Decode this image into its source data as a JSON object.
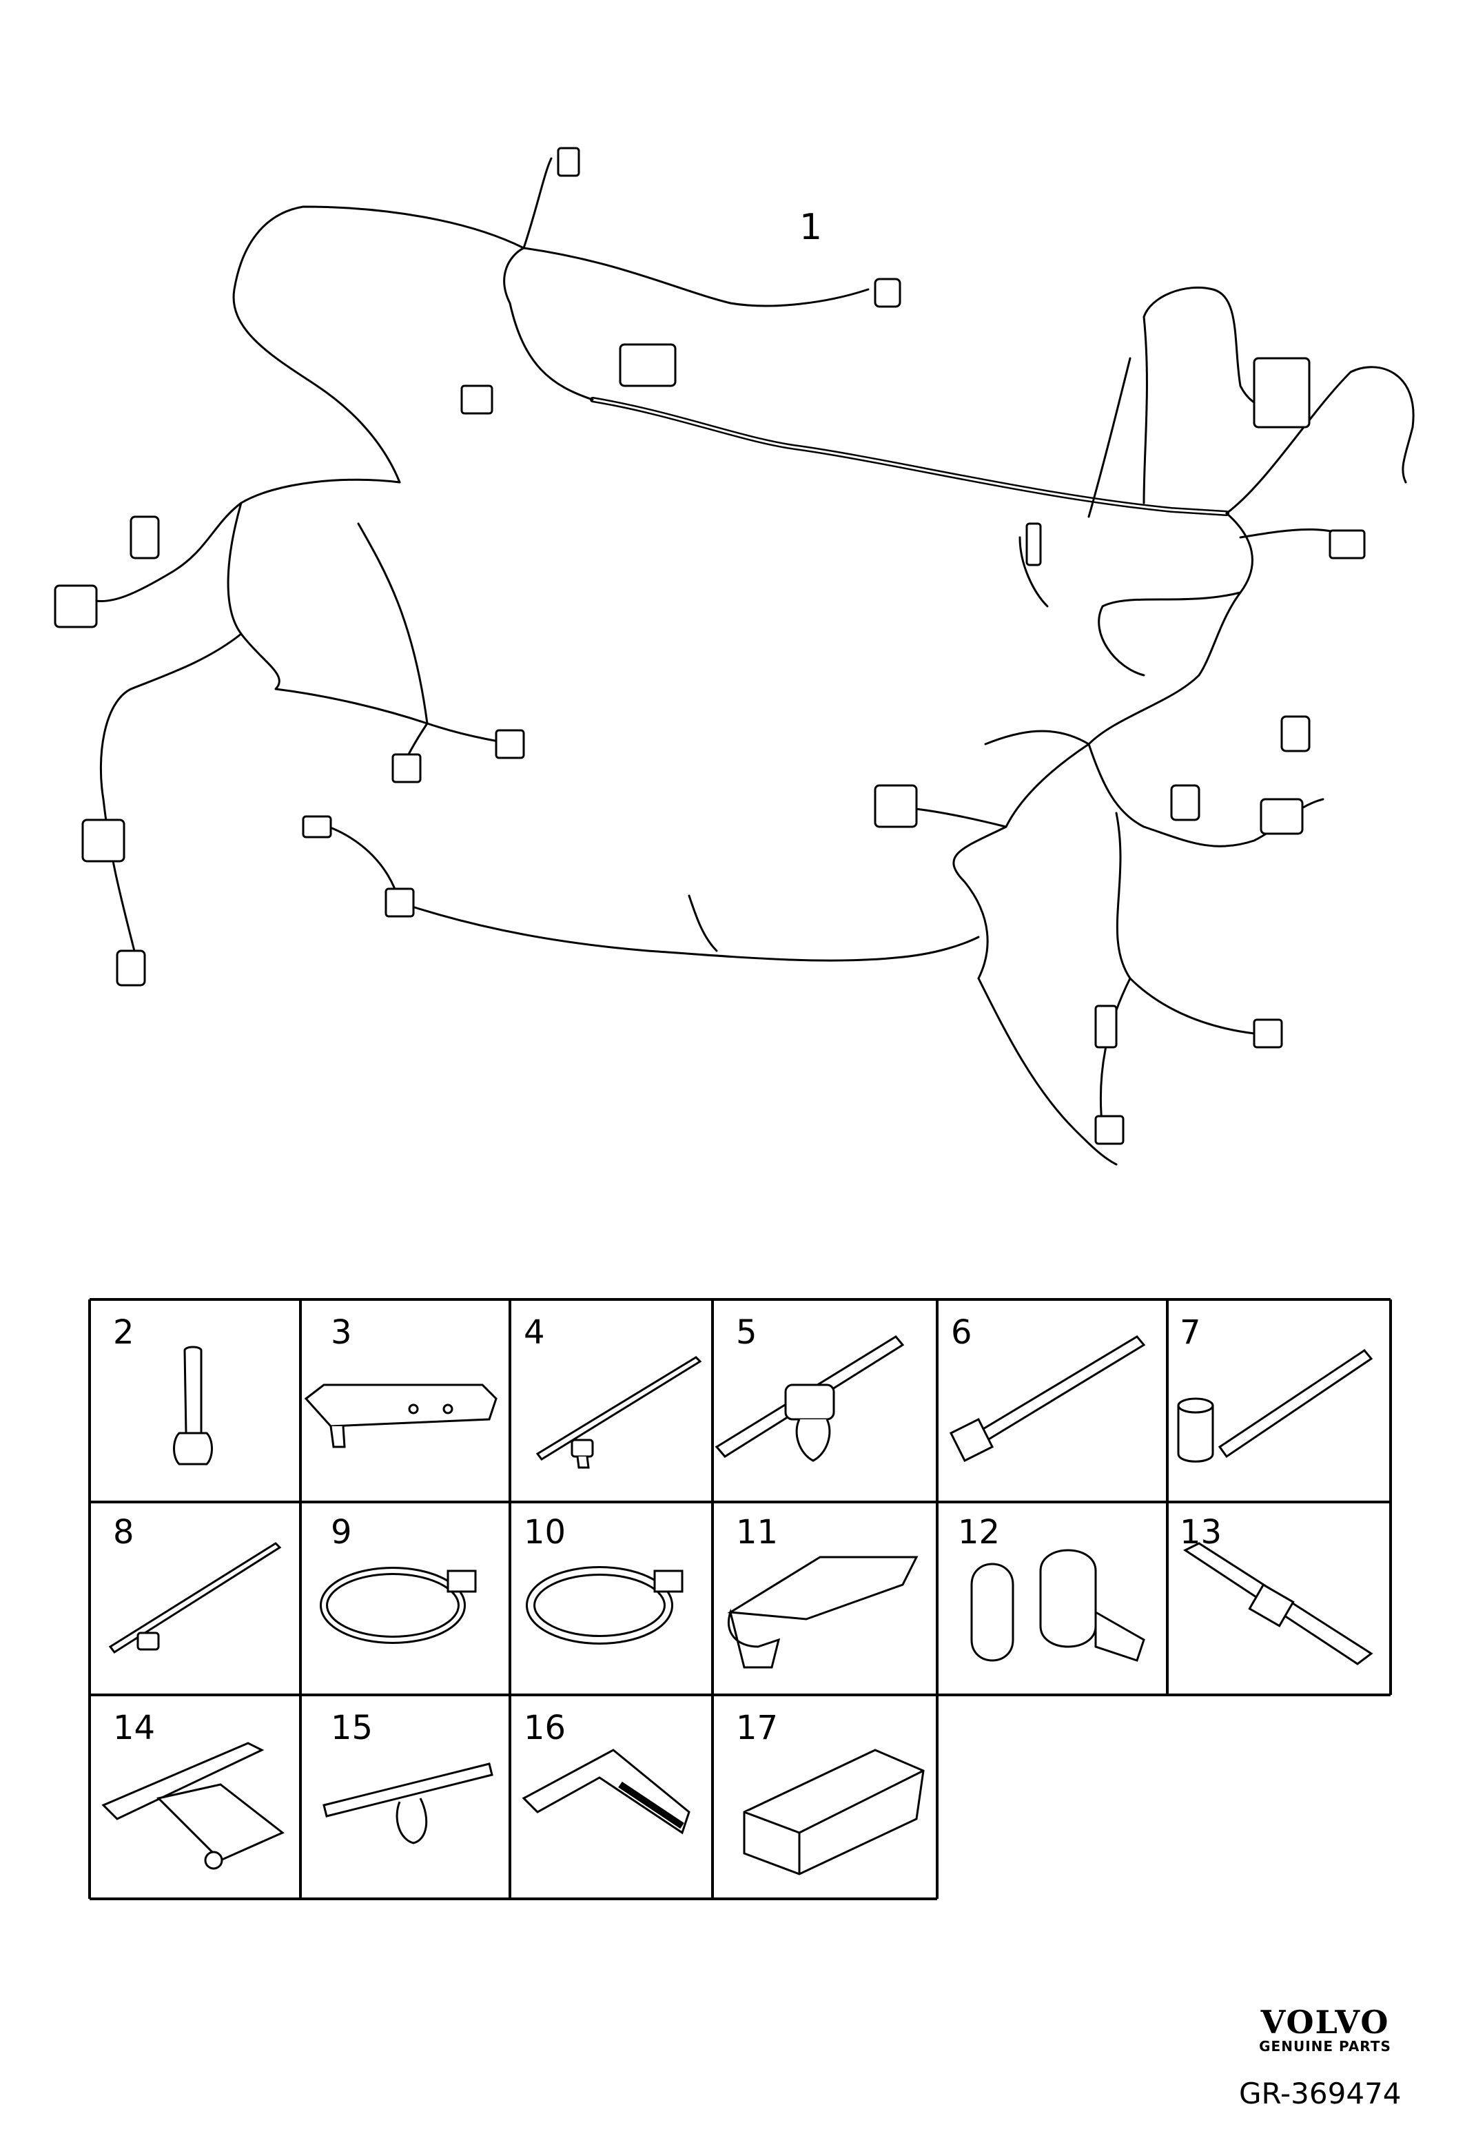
{
  "diagram": {
    "main_callout": "1",
    "part_cells": [
      {
        "num": "2",
        "part": "grommet"
      },
      {
        "num": "3",
        "part": "bracket"
      },
      {
        "num": "4",
        "part": "cable-tie-with-stud"
      },
      {
        "num": "5",
        "part": "cable-tie-with-clip"
      },
      {
        "num": "6",
        "part": "cable-tie-with-clip-angled"
      },
      {
        "num": "7",
        "part": "cable-tie-with-holder"
      },
      {
        "num": "8",
        "part": "cable-tie-with-stud-small"
      },
      {
        "num": "9",
        "part": "cable-tie-loop"
      },
      {
        "num": "10",
        "part": "cable-tie-loop-large"
      },
      {
        "num": "11",
        "part": "edge-clip"
      },
      {
        "num": "12",
        "part": "double-pipe-clip"
      },
      {
        "num": "13",
        "part": "tie-strap"
      },
      {
        "num": "14",
        "part": "mounting-clip"
      },
      {
        "num": "15",
        "part": "rail-clip"
      },
      {
        "num": "16",
        "part": "cover-clip"
      },
      {
        "num": "17",
        "part": "box-cover"
      }
    ]
  },
  "brand": {
    "logo_text": "VOLVO",
    "logo_subtext": "GENUINE PARTS",
    "reference": "GR-369474"
  }
}
